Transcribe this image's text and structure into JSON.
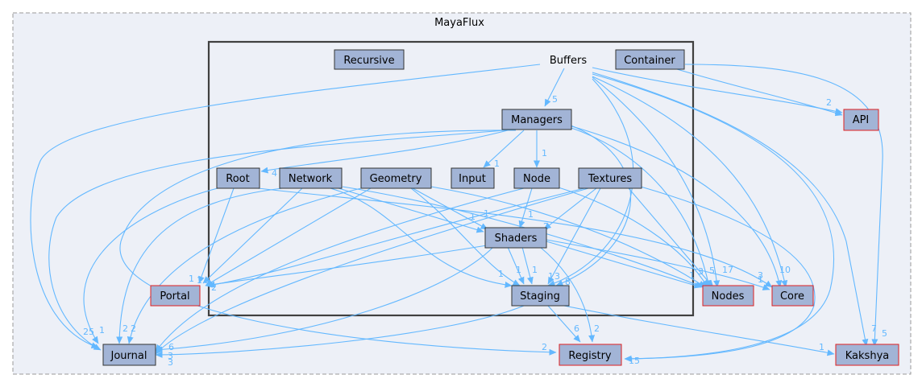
{
  "diagram": {
    "outer_cluster": "MayaFlux",
    "inner_cluster": "Buffers",
    "nodes": {
      "recursive": "Recursive",
      "container": "Container",
      "managers": "Managers",
      "root": "Root",
      "network": "Network",
      "geometry": "Geometry",
      "input": "Input",
      "node": "Node",
      "textures": "Textures",
      "shaders": "Shaders",
      "staging": "Staging",
      "portal": "Portal",
      "journal": "Journal",
      "registry": "Registry",
      "api": "API",
      "nodes": "Nodes",
      "core": "Core",
      "kakshya": "Kakshya"
    },
    "edge_labels": {
      "buffers_managers": "5",
      "buffers_api": "2",
      "managers_input": "1",
      "managers_node": "1",
      "managers_root": "4",
      "to_shaders_a": "1",
      "to_shaders_b": "1",
      "to_shaders_c": "1",
      "to_shaders_d": "2",
      "to_staging_a": "1",
      "to_staging_b": "1",
      "to_staging_c": "1",
      "to_staging_d": "1",
      "to_staging_e": "3",
      "to_staging_f": "8",
      "to_portal_a": "1",
      "to_portal_b": "1",
      "to_portal_c": "4",
      "to_portal_d": "2",
      "to_nodes_a": "1",
      "to_nodes_b": "3",
      "to_nodes_c": "5",
      "to_nodes_d": "17",
      "to_core_a": "3",
      "to_core_b": "1",
      "to_core_c": "10",
      "to_journal_a": "25",
      "to_journal_b": "1",
      "to_journal_c": "2",
      "to_journal_d": "2",
      "to_journal_e": "6",
      "to_journal_f": "3",
      "to_journal_g": "3",
      "to_registry_a": "2",
      "to_registry_b": "6",
      "to_registry_c": "2",
      "to_registry_d": "15",
      "to_kakshya_a": "1",
      "to_kakshya_b": "7",
      "to_kakshya_c": "5"
    },
    "colors": {
      "outer_fill": "#edf0f7",
      "outer_stroke": "#9a9a9a",
      "inner_stroke": "#404040",
      "node_fill": "#a2b4d6",
      "node_stroke": "#333333",
      "external_stroke": "#e02020",
      "edge": "#63b8ff"
    }
  }
}
